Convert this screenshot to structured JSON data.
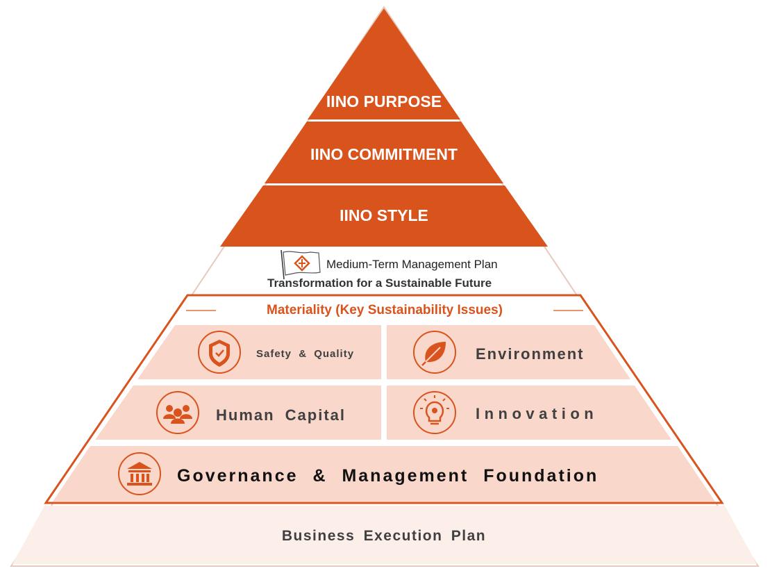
{
  "colors": {
    "primary": "#D9531C",
    "band_fill": "#F9D7CB",
    "base_fill": "#FCEFE9",
    "text_dark": "#404040",
    "white": "#FFFFFF"
  },
  "tiers": {
    "purpose": "IINO PURPOSE",
    "commitment": "IINO COMMITMENT",
    "style": "IINO STYLE"
  },
  "plan": {
    "line1": "Medium-Term Management Plan",
    "line2": "Transformation for a Sustainable Future"
  },
  "materiality": {
    "heading": "Materiality (Key Sustainability Issues)",
    "items": [
      {
        "label": "Safety & Quality",
        "icon": "shield-check-icon"
      },
      {
        "label": "Environment",
        "icon": "leaf-icon"
      },
      {
        "label": "Human Capital",
        "icon": "people-icon"
      },
      {
        "label": "Innovation",
        "icon": "lightbulb-icon"
      },
      {
        "label": "Governance & Management Foundation",
        "icon": "bank-building-icon"
      }
    ]
  },
  "base": {
    "label": "Business Execution Plan"
  }
}
